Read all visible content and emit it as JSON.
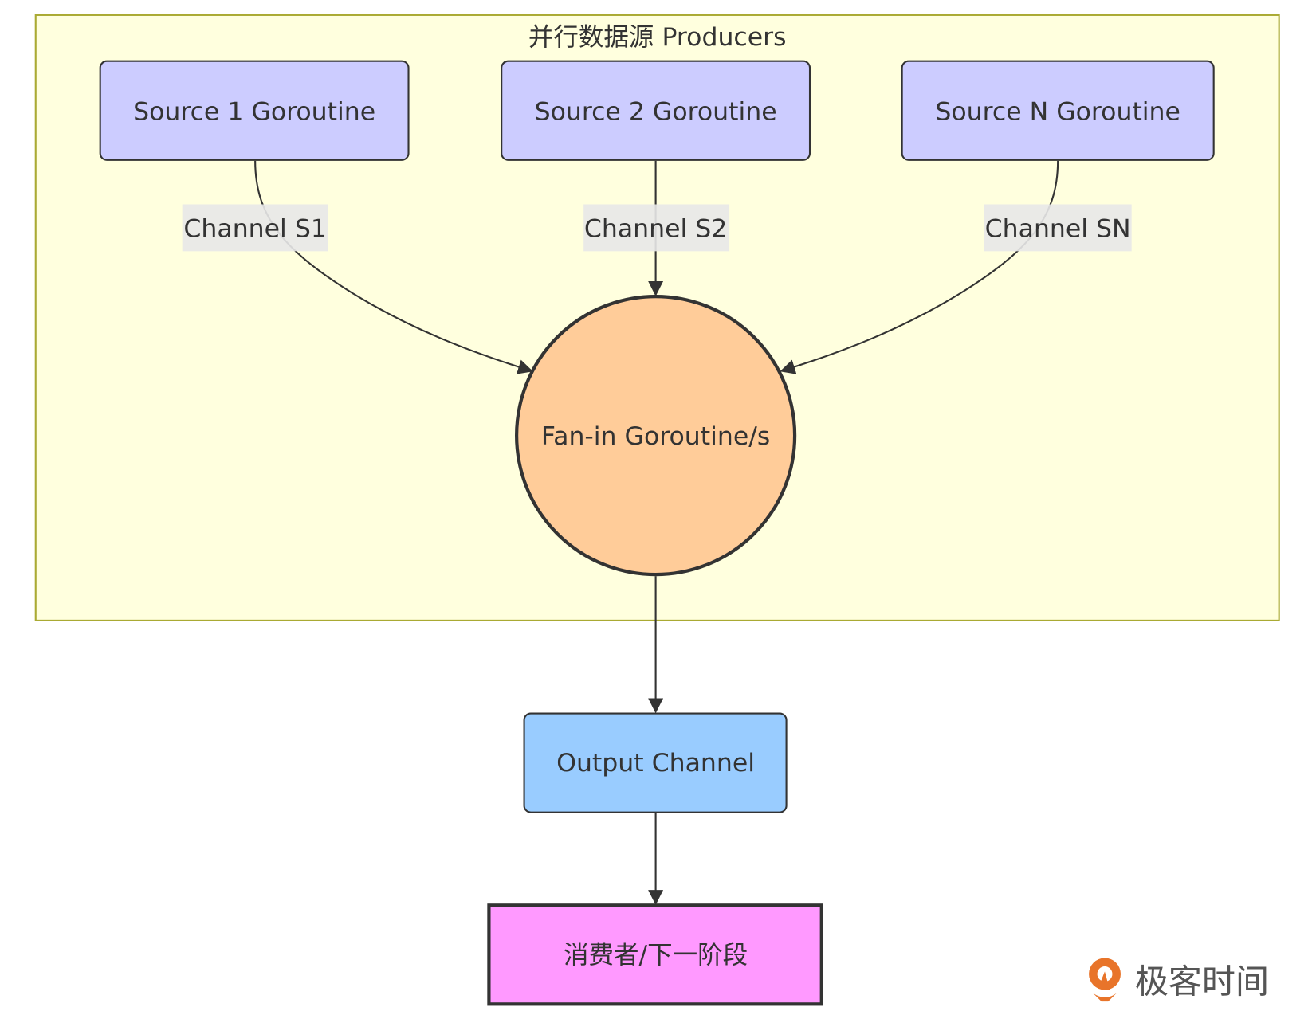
{
  "subgraph": {
    "title": "并行数据源 Producers",
    "fill": "#ffffde",
    "stroke": "#aaaa33"
  },
  "nodes": {
    "source1": {
      "label": "Source 1 Goroutine",
      "fill": "#ccccff"
    },
    "source2": {
      "label": "Source 2 Goroutine",
      "fill": "#ccccff"
    },
    "sourceN": {
      "label": "Source N Goroutine",
      "fill": "#ccccff"
    },
    "fanin": {
      "label": "Fan-in Goroutine/s",
      "fill": "#ffcc99"
    },
    "output": {
      "label": "Output Channel",
      "fill": "#99ccff"
    },
    "consumer": {
      "label": "消费者/下一阶段",
      "fill": "#ff99ff"
    }
  },
  "edges": [
    {
      "from": "source1",
      "to": "fanin",
      "label": "Channel S1"
    },
    {
      "from": "source2",
      "to": "fanin",
      "label": "Channel S2"
    },
    {
      "from": "sourceN",
      "to": "fanin",
      "label": "Channel SN"
    },
    {
      "from": "fanin",
      "to": "output",
      "label": ""
    },
    {
      "from": "output",
      "to": "consumer",
      "label": ""
    }
  ],
  "edge_label_bg": "#e8e8e8",
  "watermark": {
    "text": "极客时间",
    "icon": "geektime-logo-icon",
    "accent": "#e8742a"
  }
}
